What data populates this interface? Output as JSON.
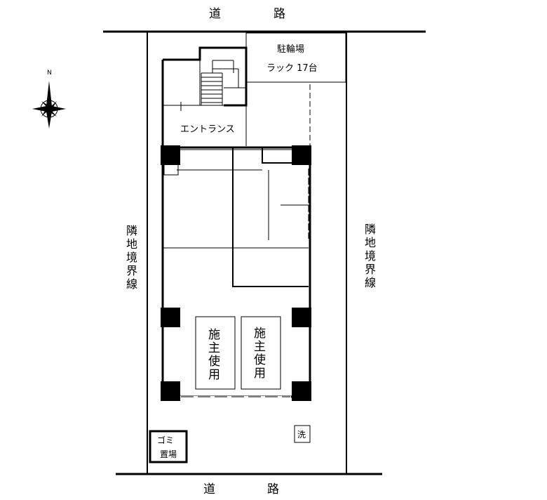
{
  "road_top": [
    "道",
    "路"
  ],
  "road_bottom": [
    "道",
    "路"
  ],
  "boundary_left": [
    "隣",
    "地",
    "境",
    "界",
    "線"
  ],
  "boundary_right": [
    "隣",
    "地",
    "境",
    "界",
    "線"
  ],
  "bicycle_parking": {
    "title": "駐輪場",
    "rack": "ラック 17台"
  },
  "entrance": "エントランス",
  "reserved_left": [
    "施",
    "主",
    "使",
    "用"
  ],
  "reserved_right": [
    "施",
    "主",
    "使",
    "用"
  ],
  "garbage": [
    "ゴミ",
    "置場"
  ],
  "wash": "洗",
  "compass": {
    "north": "N",
    "icon": "compass-rose-icon"
  }
}
